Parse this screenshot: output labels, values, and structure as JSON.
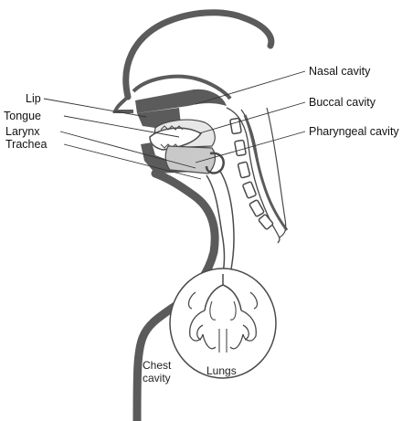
{
  "labels": {
    "nasal_cavity": "Nasal cavity",
    "buccal_cavity": "Buccal cavity",
    "pharyngeal_cavity": "Pharyngeal cavity",
    "lip": "Lip",
    "tongue": "Tongue",
    "larynx": "Larynx",
    "trachea": "Trachea",
    "chest_cavity_line1": "Chest",
    "chest_cavity_line2": "cavity",
    "lungs": "Lungs"
  },
  "colors": {
    "tissue": "#5b5b5b",
    "cavity_fill": "#c9c9c9",
    "outline": "#4a4a4a",
    "leader": "#333333"
  }
}
